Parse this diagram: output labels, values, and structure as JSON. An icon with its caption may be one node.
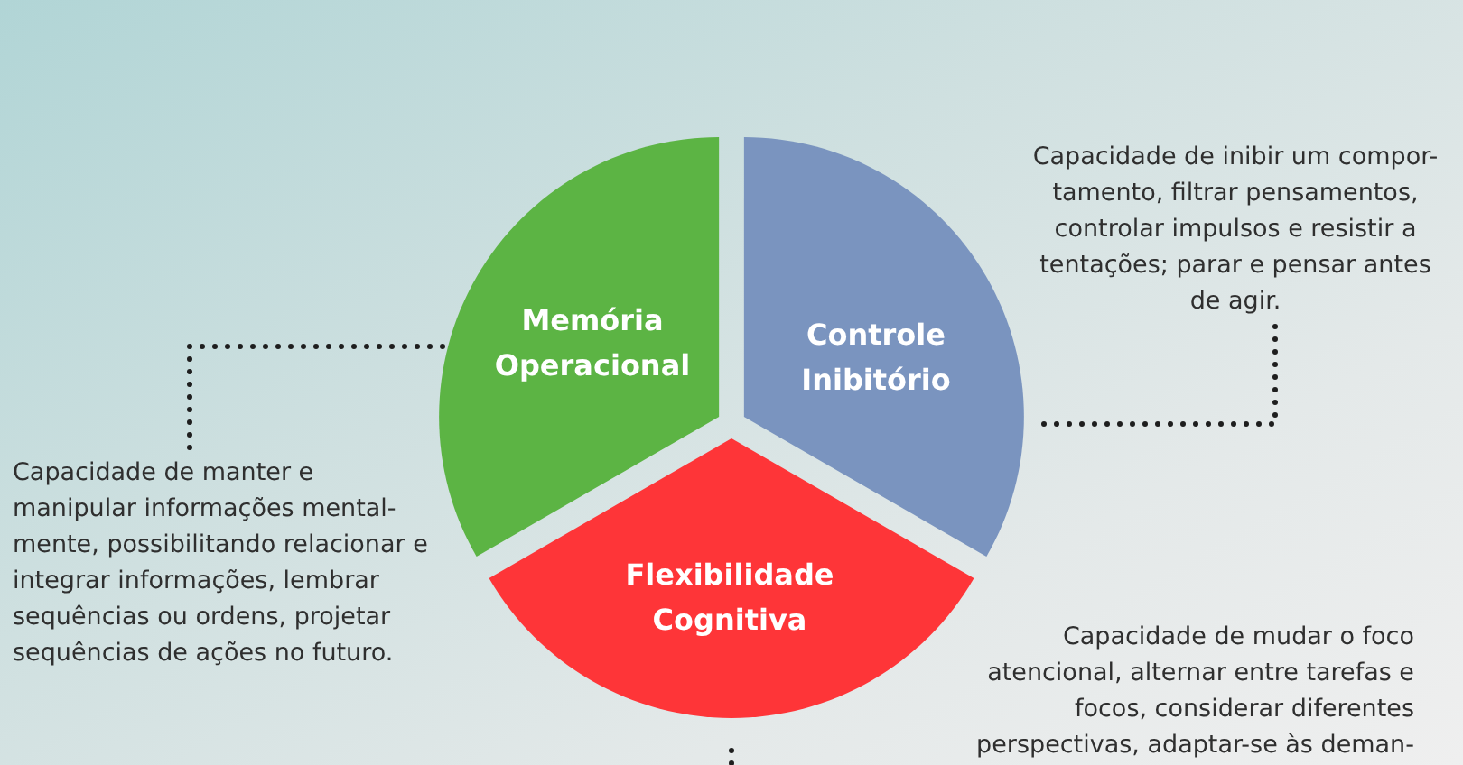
{
  "diagram": {
    "nodes": [
      {
        "text": [
          "Memória Operacional"
        ]
      },
      {
        "text": [
          "Controle Inibitório"
        ]
      },
      {
        "text": [
          "Flexibilidade Cognitiva"
        ]
      },
      {
        "text": [
          "Capacidade de inibir um compor- tamento, filtrar pensamentos, controlar impulsos e resistir a tentações; parar e pensar antes de agir."
        ]
      },
      {
        "text": [
          "Capacidade de manter e manipular informações mental- mente, possibilitando relacionar e integrar informações, lembrar sequências ou ordens, projetar sequências de ações no futuro."
        ]
      },
      {
        "text": [
          "Capacidade de mudar o foco atencional, alternar entre tarefas e focos, considerar diferentes perspectivas, adaptar-se às deman-"
        ]
      }
    ],
    "edges": [
      {
        "from": 3,
        "to": 1,
        "arrow": "none",
        "style": "dashed"
      },
      {
        "from": 4,
        "to": 0,
        "arrow": "none",
        "style": "dashed"
      },
      {
        "from": null,
        "to": 2,
        "arrow": "none",
        "style": "dashed"
      }
    ]
  }
}
